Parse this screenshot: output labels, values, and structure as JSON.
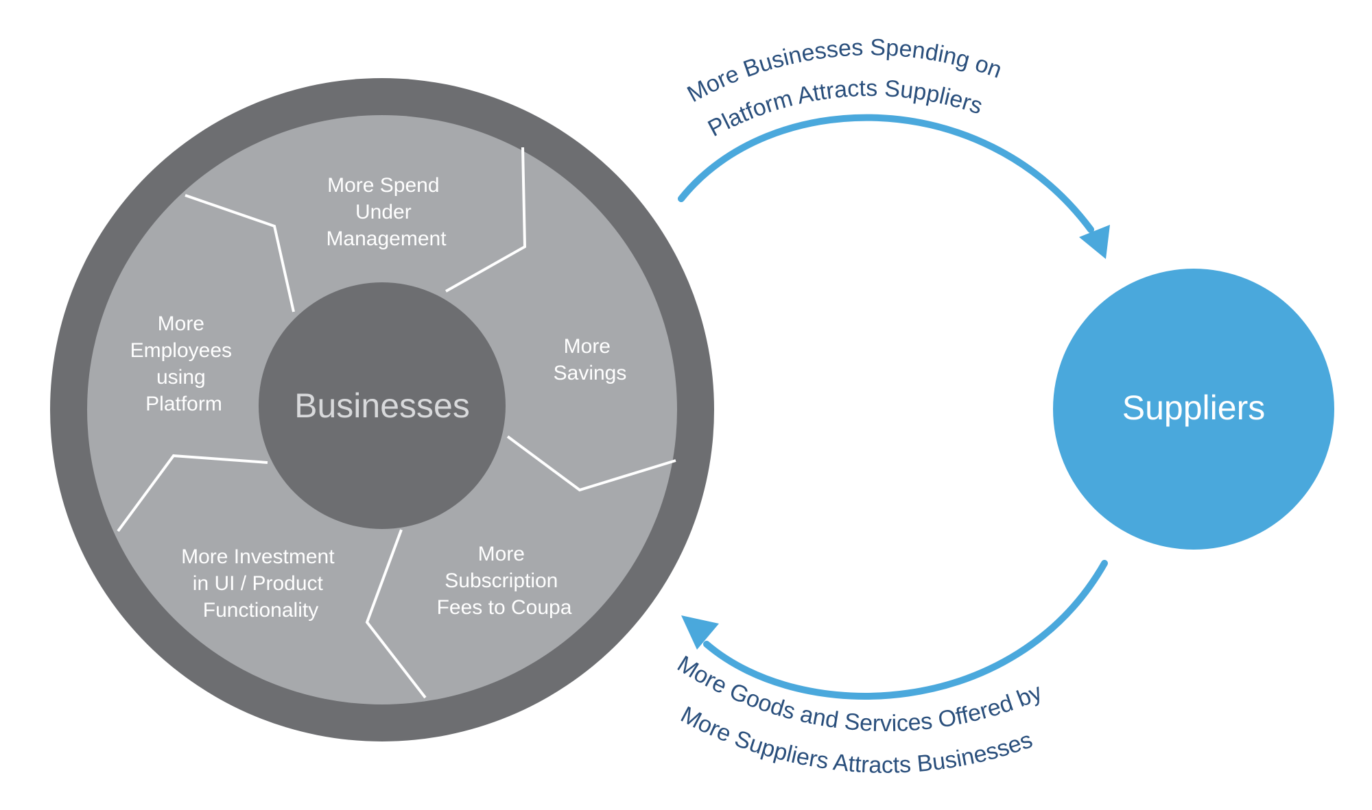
{
  "colors": {
    "outer_ring": "#6d6e71",
    "segment_fill": "#a7a9ac",
    "segment_divider": "#ffffff",
    "hub_fill": "#6d6e71",
    "supplier_fill": "#4aa8dc",
    "arrow": "#4aa8dc",
    "arc_text": "#2a4f7c",
    "segment_text": "#ffffff"
  },
  "hub": {
    "label": "Businesses"
  },
  "segments": [
    {
      "id": "spend",
      "lines": [
        "More Spend",
        "Under",
        "Management"
      ]
    },
    {
      "id": "savings",
      "lines": [
        "More",
        "Savings"
      ]
    },
    {
      "id": "fees",
      "lines": [
        "More",
        "Subscription",
        "Fees to Coupa"
      ]
    },
    {
      "id": "investment",
      "lines": [
        "More Investment",
        "in UI / Product",
        "Functionality"
      ]
    },
    {
      "id": "employees",
      "lines": [
        "More",
        "Employees",
        "using",
        "Platform"
      ]
    }
  ],
  "suppliers": {
    "label": "Suppliers"
  },
  "top_arc": {
    "line1": "More Businesses Spending on",
    "line2": "Platform Attracts Suppliers",
    "icon": "arrow-head-down-icon"
  },
  "bottom_arc": {
    "line1": "More Goods and Services Offered by",
    "line2": "More Suppliers Attracts Businesses",
    "icon": "arrow-head-left-icon"
  }
}
